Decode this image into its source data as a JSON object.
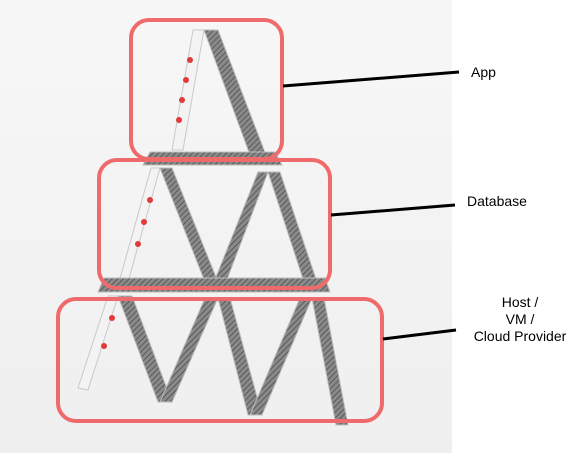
{
  "diagram": {
    "layers": [
      {
        "id": "app",
        "label": "App"
      },
      {
        "id": "database",
        "label": "Database"
      },
      {
        "id": "host",
        "label_lines": [
          "Host /",
          "VM /",
          "Cloud Provider"
        ]
      }
    ],
    "colors": {
      "highlight_box": "#ef6b6b",
      "connector": "#000000",
      "card_pattern": "#6f6f6f",
      "card_edge": "#bdbdbd",
      "card_face": "#f2f2f2",
      "card_pip": "#e03a3a",
      "backdrop": "#f5f5f5"
    },
    "icons": [
      "house-of-cards-illustration",
      "playing-card-icon"
    ]
  }
}
